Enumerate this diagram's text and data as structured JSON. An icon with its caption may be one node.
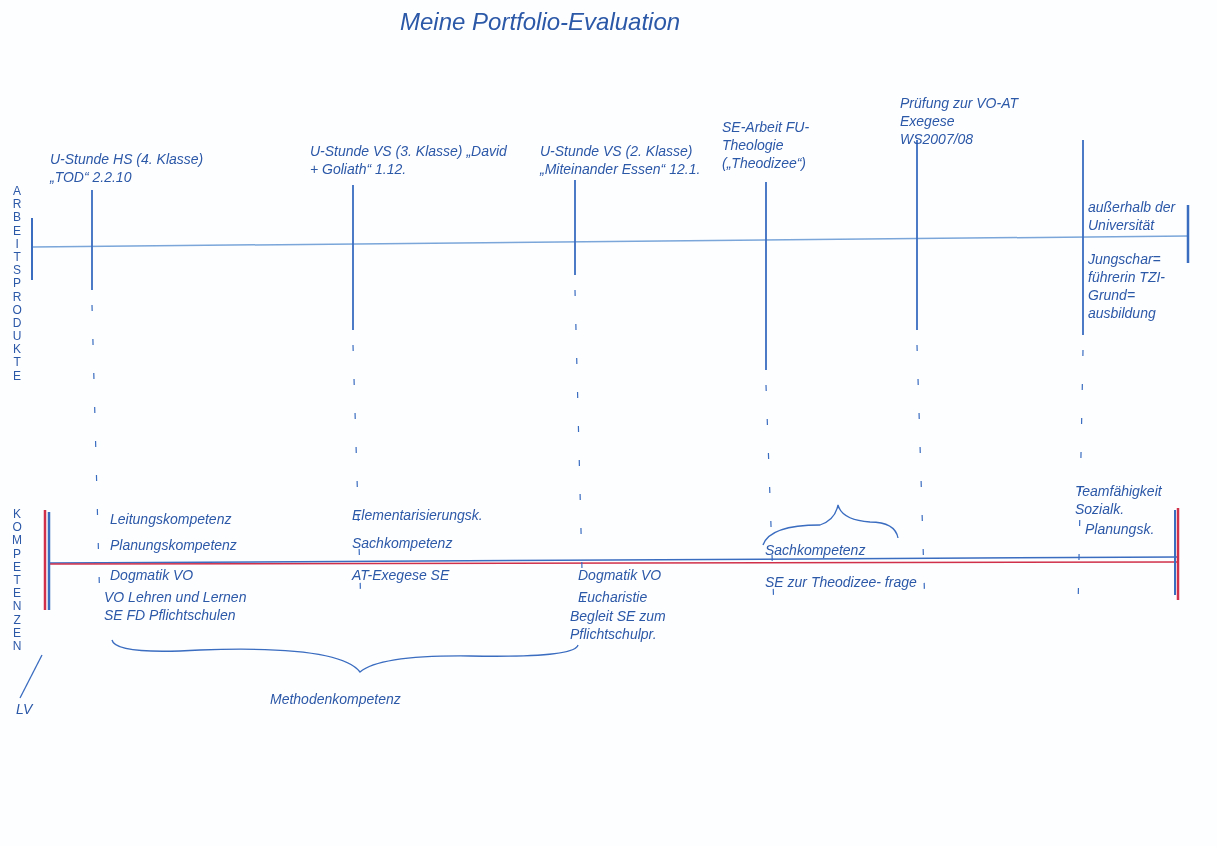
{
  "diagram": {
    "title": "Meine Portfolio-Evaluation",
    "labels": [
      "ARBEITSPRODUKTE",
      "U-Stunde HS (4. Klasse) „TOD“ 2.2.10",
      "U-Stunde VS (3. Klasse) „David + Goliath“ 1.12.",
      "U-Stunde VS (2. Klasse) „Miteinander Essen“ 12.1.",
      "SE-Arbeit FU-Theologie („Theodizee“)",
      "Prüfung zur VO-AT Exegese WS2007/08",
      "außerhalb der Universität",
      "Jungschar= führerin TZI-Grund= ausbildung",
      "KOMPETENZEN",
      "LV",
      "Leitungskompetenz",
      "Planungskompetenz",
      "Dogmatik VO",
      "VO Lehren und Lernen",
      "SE FD Pflichtschulen",
      "Elementarisierungsk.",
      "Sachkompetenz",
      "AT-Exegese SE",
      "Dogmatik VO",
      "Eucharistie",
      "Begleit SE zum Pflichtschulpr.",
      "Sachkompetenz",
      "SE zur Theodizee- frage",
      "Teamfähigkeit",
      "Sozialk.",
      "Planungsk.",
      "Methodenkompetenz"
    ]
  }
}
